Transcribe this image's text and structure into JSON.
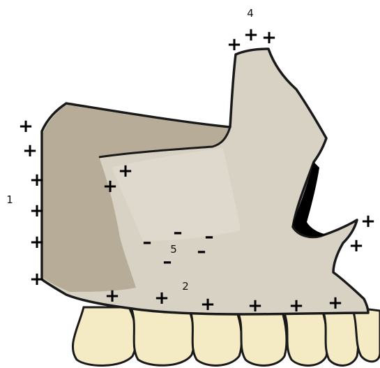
{
  "figure": {
    "region_labels": [
      {
        "id": "1",
        "text": "1"
      },
      {
        "id": "2",
        "text": "2"
      },
      {
        "id": "4",
        "text": "4"
      },
      {
        "id": "5",
        "text": "5"
      }
    ],
    "signs": {
      "plus": "+",
      "minus": "–"
    },
    "colors": {
      "bone_main": "#d8d2c4",
      "bone_shadow": "#b6ac97",
      "bone_highlight": "#e2ddd2",
      "notch_fill": "#000000",
      "teeth": "#f4ebc4",
      "outline": "#1a1a1a"
    }
  }
}
